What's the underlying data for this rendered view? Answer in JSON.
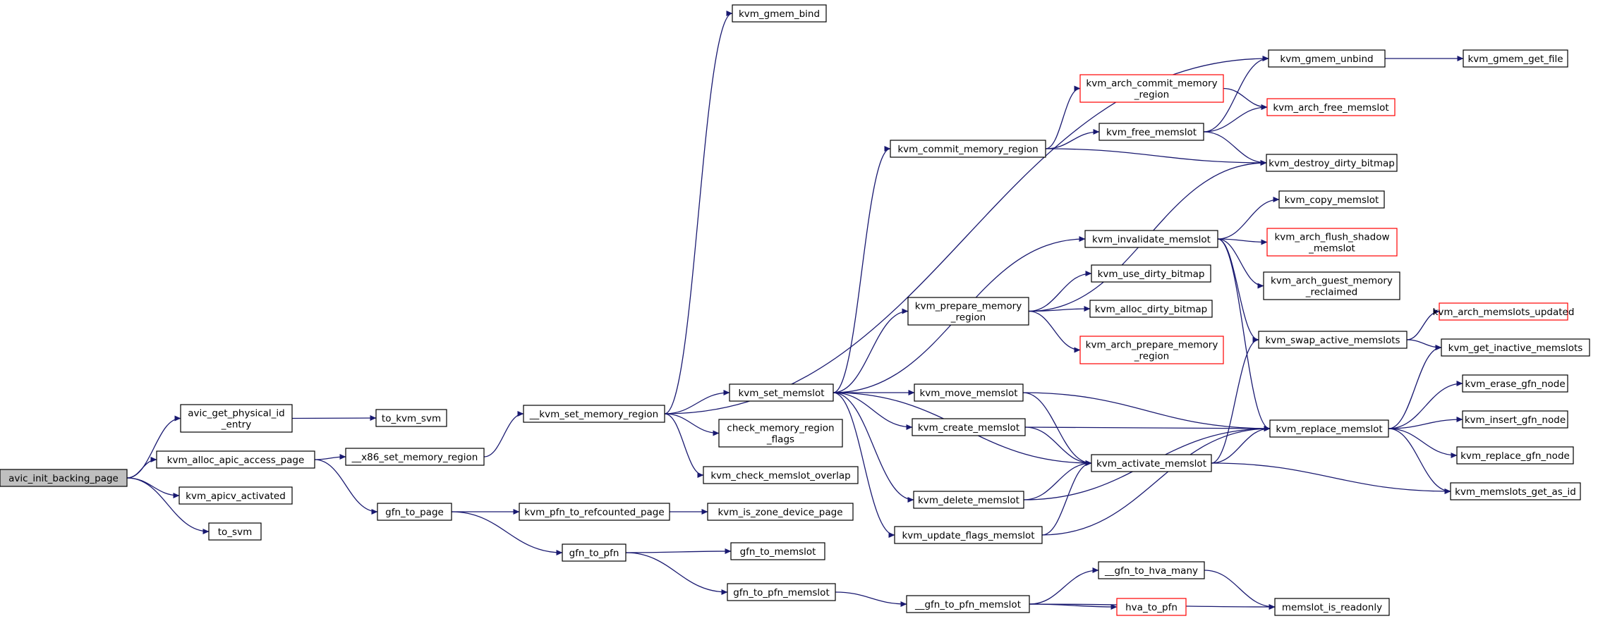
{
  "colors": {
    "edge": "#191970",
    "node_border": "#000000",
    "node_border_truncated": "#ff0000",
    "root_fill": "#bfbfbf",
    "node_fill": "#ffffff"
  },
  "nodes": [
    {
      "id": "avic_init_backing_page",
      "lines": [
        "avic_init_backing_page"
      ],
      "root": true
    },
    {
      "id": "avic_get_physical_id_entry",
      "lines": [
        "avic_get_physical_id",
        "_entry"
      ]
    },
    {
      "id": "kvm_alloc_apic_access_page",
      "lines": [
        "kvm_alloc_apic_access_page"
      ]
    },
    {
      "id": "kvm_apicv_activated",
      "lines": [
        "kvm_apicv_activated"
      ]
    },
    {
      "id": "to_svm",
      "lines": [
        "to_svm"
      ]
    },
    {
      "id": "to_kvm_svm",
      "lines": [
        "to_kvm_svm"
      ]
    },
    {
      "id": "__x86_set_memory_region",
      "lines": [
        "__x86_set_memory_region"
      ]
    },
    {
      "id": "gfn_to_page",
      "lines": [
        "gfn_to_page"
      ]
    },
    {
      "id": "__kvm_set_memory_region",
      "lines": [
        "__kvm_set_memory_region"
      ]
    },
    {
      "id": "kvm_gmem_bind",
      "lines": [
        "kvm_gmem_bind"
      ]
    },
    {
      "id": "kvm_gmem_unbind",
      "lines": [
        "kvm_gmem_unbind"
      ]
    },
    {
      "id": "kvm_gmem_get_file",
      "lines": [
        "kvm_gmem_get_file"
      ]
    },
    {
      "id": "kvm_set_memslot",
      "lines": [
        "kvm_set_memslot"
      ]
    },
    {
      "id": "check_memory_region_flags",
      "lines": [
        "check_memory_region",
        "_flags"
      ]
    },
    {
      "id": "kvm_check_memslot_overlap",
      "lines": [
        "kvm_check_memslot_overlap"
      ]
    },
    {
      "id": "kvm_pfn_to_refcounted_page",
      "lines": [
        "kvm_pfn_to_refcounted_page"
      ]
    },
    {
      "id": "kvm_is_zone_device_page",
      "lines": [
        "kvm_is_zone_device_page"
      ]
    },
    {
      "id": "gfn_to_pfn",
      "lines": [
        "gfn_to_pfn"
      ]
    },
    {
      "id": "gfn_to_memslot",
      "lines": [
        "gfn_to_memslot"
      ]
    },
    {
      "id": "gfn_to_pfn_memslot",
      "lines": [
        "gfn_to_pfn_memslot"
      ]
    },
    {
      "id": "__gfn_to_pfn_memslot",
      "lines": [
        "__gfn_to_pfn_memslot"
      ]
    },
    {
      "id": "__gfn_to_hva_many",
      "lines": [
        "__gfn_to_hva_many"
      ]
    },
    {
      "id": "hva_to_pfn",
      "lines": [
        "hva_to_pfn"
      ],
      "truncated": true
    },
    {
      "id": "memslot_is_readonly",
      "lines": [
        "memslot_is_readonly"
      ]
    },
    {
      "id": "kvm_commit_memory_region",
      "lines": [
        "kvm_commit_memory_region"
      ]
    },
    {
      "id": "kvm_arch_commit_memory_region",
      "lines": [
        "kvm_arch_commit_memory",
        "_region"
      ],
      "truncated": true
    },
    {
      "id": "kvm_free_memslot",
      "lines": [
        "kvm_free_memslot"
      ]
    },
    {
      "id": "kvm_arch_free_memslot",
      "lines": [
        "kvm_arch_free_memslot"
      ],
      "truncated": true
    },
    {
      "id": "kvm_destroy_dirty_bitmap",
      "lines": [
        "kvm_destroy_dirty_bitmap"
      ]
    },
    {
      "id": "kvm_invalidate_memslot",
      "lines": [
        "kvm_invalidate_memslot"
      ]
    },
    {
      "id": "kvm_copy_memslot",
      "lines": [
        "kvm_copy_memslot"
      ]
    },
    {
      "id": "kvm_arch_flush_shadow_memslot",
      "lines": [
        "kvm_arch_flush_shadow",
        "_memslot"
      ],
      "truncated": true
    },
    {
      "id": "kvm_arch_guest_memory_reclaimed",
      "lines": [
        "kvm_arch_guest_memory",
        "_reclaimed"
      ]
    },
    {
      "id": "kvm_prepare_memory_region",
      "lines": [
        "kvm_prepare_memory",
        "_region"
      ]
    },
    {
      "id": "kvm_use_dirty_bitmap",
      "lines": [
        "kvm_use_dirty_bitmap"
      ]
    },
    {
      "id": "kvm_alloc_dirty_bitmap",
      "lines": [
        "kvm_alloc_dirty_bitmap"
      ]
    },
    {
      "id": "kvm_arch_prepare_memory_region",
      "lines": [
        "kvm_arch_prepare_memory",
        "_region"
      ],
      "truncated": true
    },
    {
      "id": "kvm_arch_memslots_updated",
      "lines": [
        "kvm_arch_memslots_updated"
      ],
      "truncated": true
    },
    {
      "id": "kvm_swap_active_memslots",
      "lines": [
        "kvm_swap_active_memslots"
      ]
    },
    {
      "id": "kvm_get_inactive_memslots",
      "lines": [
        "kvm_get_inactive_memslots"
      ]
    },
    {
      "id": "kvm_move_memslot",
      "lines": [
        "kvm_move_memslot"
      ]
    },
    {
      "id": "kvm_create_memslot",
      "lines": [
        "kvm_create_memslot"
      ]
    },
    {
      "id": "kvm_replace_memslot",
      "lines": [
        "kvm_replace_memslot"
      ]
    },
    {
      "id": "kvm_erase_gfn_node",
      "lines": [
        "kvm_erase_gfn_node"
      ]
    },
    {
      "id": "kvm_insert_gfn_node",
      "lines": [
        "kvm_insert_gfn_node"
      ]
    },
    {
      "id": "kvm_replace_gfn_node",
      "lines": [
        "kvm_replace_gfn_node"
      ]
    },
    {
      "id": "kvm_activate_memslot",
      "lines": [
        "kvm_activate_memslot"
      ]
    },
    {
      "id": "kvm_memslots_get_as_id",
      "lines": [
        "kvm_memslots_get_as_id"
      ]
    },
    {
      "id": "kvm_delete_memslot",
      "lines": [
        "kvm_delete_memslot"
      ]
    },
    {
      "id": "kvm_update_flags_memslot",
      "lines": [
        "kvm_update_flags_memslot"
      ]
    }
  ],
  "edges": [
    [
      "avic_init_backing_page",
      "avic_get_physical_id_entry"
    ],
    [
      "avic_init_backing_page",
      "kvm_alloc_apic_access_page"
    ],
    [
      "avic_init_backing_page",
      "kvm_apicv_activated"
    ],
    [
      "avic_init_backing_page",
      "to_svm"
    ],
    [
      "avic_get_physical_id_entry",
      "to_kvm_svm"
    ],
    [
      "kvm_alloc_apic_access_page",
      "__x86_set_memory_region"
    ],
    [
      "kvm_alloc_apic_access_page",
      "gfn_to_page"
    ],
    [
      "__x86_set_memory_region",
      "__kvm_set_memory_region"
    ],
    [
      "__kvm_set_memory_region",
      "kvm_gmem_bind"
    ],
    [
      "__kvm_set_memory_region",
      "kvm_gmem_unbind"
    ],
    [
      "__kvm_set_memory_region",
      "kvm_set_memslot"
    ],
    [
      "__kvm_set_memory_region",
      "check_memory_region_flags"
    ],
    [
      "__kvm_set_memory_region",
      "kvm_check_memslot_overlap"
    ],
    [
      "kvm_gmem_unbind",
      "kvm_gmem_get_file"
    ],
    [
      "gfn_to_page",
      "kvm_pfn_to_refcounted_page"
    ],
    [
      "gfn_to_page",
      "gfn_to_pfn"
    ],
    [
      "kvm_pfn_to_refcounted_page",
      "kvm_is_zone_device_page"
    ],
    [
      "gfn_to_pfn",
      "gfn_to_memslot"
    ],
    [
      "gfn_to_pfn",
      "gfn_to_pfn_memslot"
    ],
    [
      "gfn_to_pfn_memslot",
      "__gfn_to_pfn_memslot"
    ],
    [
      "__gfn_to_pfn_memslot",
      "__gfn_to_hva_many"
    ],
    [
      "__gfn_to_pfn_memslot",
      "hva_to_pfn"
    ],
    [
      "__gfn_to_pfn_memslot",
      "memslot_is_readonly"
    ],
    [
      "__gfn_to_hva_many",
      "memslot_is_readonly"
    ],
    [
      "kvm_set_memslot",
      "kvm_commit_memory_region"
    ],
    [
      "kvm_set_memslot",
      "kvm_invalidate_memslot"
    ],
    [
      "kvm_set_memslot",
      "kvm_prepare_memory_region"
    ],
    [
      "kvm_set_memslot",
      "kvm_move_memslot"
    ],
    [
      "kvm_set_memslot",
      "kvm_create_memslot"
    ],
    [
      "kvm_set_memslot",
      "kvm_activate_memslot"
    ],
    [
      "kvm_set_memslot",
      "kvm_delete_memslot"
    ],
    [
      "kvm_set_memslot",
      "kvm_update_flags_memslot"
    ],
    [
      "kvm_commit_memory_region",
      "kvm_arch_commit_memory_region"
    ],
    [
      "kvm_commit_memory_region",
      "kvm_free_memslot"
    ],
    [
      "kvm_commit_memory_region",
      "kvm_destroy_dirty_bitmap"
    ],
    [
      "kvm_free_memslot",
      "kvm_gmem_unbind"
    ],
    [
      "kvm_free_memslot",
      "kvm_arch_free_memslot"
    ],
    [
      "kvm_free_memslot",
      "kvm_destroy_dirty_bitmap"
    ],
    [
      "kvm_arch_commit_memory_region",
      "kvm_arch_free_memslot"
    ],
    [
      "kvm_invalidate_memslot",
      "kvm_copy_memslot"
    ],
    [
      "kvm_invalidate_memslot",
      "kvm_arch_flush_shadow_memslot"
    ],
    [
      "kvm_invalidate_memslot",
      "kvm_arch_guest_memory_reclaimed"
    ],
    [
      "kvm_invalidate_memslot",
      "kvm_swap_active_memslots"
    ],
    [
      "kvm_invalidate_memslot",
      "kvm_replace_memslot"
    ],
    [
      "kvm_prepare_memory_region",
      "kvm_destroy_dirty_bitmap"
    ],
    [
      "kvm_prepare_memory_region",
      "kvm_use_dirty_bitmap"
    ],
    [
      "kvm_prepare_memory_region",
      "kvm_alloc_dirty_bitmap"
    ],
    [
      "kvm_prepare_memory_region",
      "kvm_arch_prepare_memory_region"
    ],
    [
      "kvm_swap_active_memslots",
      "kvm_arch_memslots_updated"
    ],
    [
      "kvm_swap_active_memslots",
      "kvm_get_inactive_memslots"
    ],
    [
      "kvm_move_memslot",
      "kvm_replace_memslot"
    ],
    [
      "kvm_move_memslot",
      "kvm_activate_memslot"
    ],
    [
      "kvm_create_memslot",
      "kvm_replace_memslot"
    ],
    [
      "kvm_create_memslot",
      "kvm_activate_memslot"
    ],
    [
      "kvm_delete_memslot",
      "kvm_activate_memslot"
    ],
    [
      "kvm_delete_memslot",
      "kvm_replace_memslot"
    ],
    [
      "kvm_update_flags_memslot",
      "kvm_activate_memslot"
    ],
    [
      "kvm_update_flags_memslot",
      "kvm_replace_memslot"
    ],
    [
      "kvm_activate_memslot",
      "kvm_swap_active_memslots"
    ],
    [
      "kvm_activate_memslot",
      "kvm_replace_memslot"
    ],
    [
      "kvm_activate_memslot",
      "kvm_memslots_get_as_id"
    ],
    [
      "kvm_replace_memslot",
      "kvm_get_inactive_memslots"
    ],
    [
      "kvm_replace_memslot",
      "kvm_erase_gfn_node"
    ],
    [
      "kvm_replace_memslot",
      "kvm_insert_gfn_node"
    ],
    [
      "kvm_replace_memslot",
      "kvm_replace_gfn_node"
    ],
    [
      "kvm_replace_memslot",
      "kvm_memslots_get_as_id"
    ]
  ]
}
